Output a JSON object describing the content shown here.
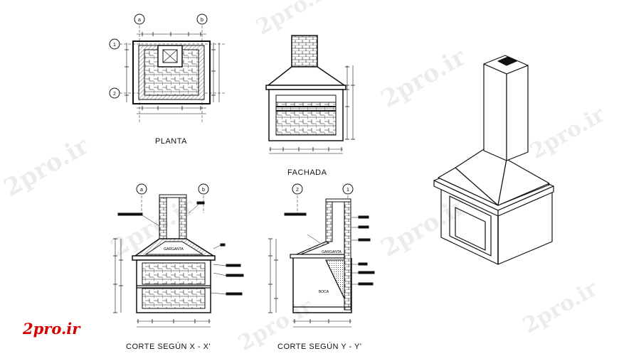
{
  "drawing": {
    "plan_label": "PLANTA",
    "elevation_label": "FACHADA",
    "section_x_label": "CORTE SEGÚN X - X'",
    "section_y_label": "CORTE SEGÚN Y - Y'",
    "throat_label": "GARGANTA",
    "mouth_label": "BOCA",
    "grid_bubbles": [
      "a",
      "b",
      "1",
      "2"
    ]
  },
  "branding": {
    "logo_text": "2pro.ir",
    "watermark_text": "2pro.ir",
    "logo_color": "#d40000"
  }
}
